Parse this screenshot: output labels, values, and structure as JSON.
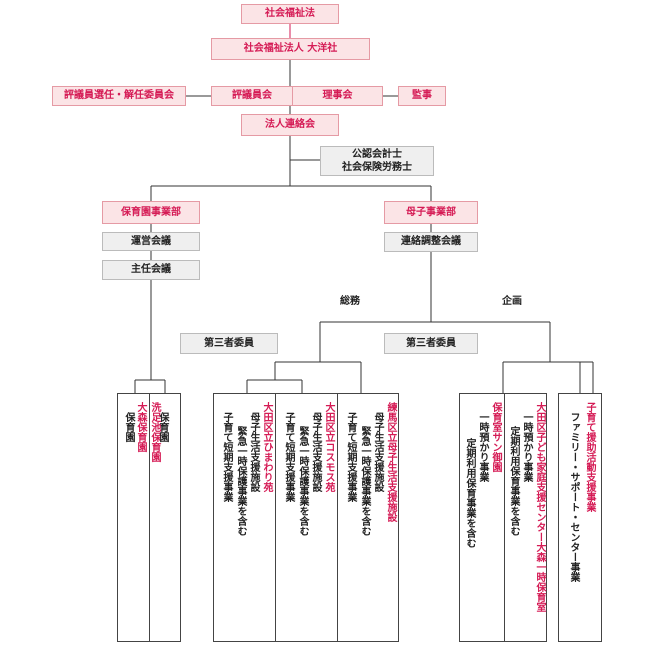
{
  "top": {
    "law": "社会福祉法",
    "corp": "社会福祉法人 大洋社",
    "election_committee": "評議員選任・解任委員会",
    "councilors": "評議員会",
    "board": "理事会",
    "auditor": "監事",
    "liaison": "法人連絡会",
    "advisor_line1": "公認会計士",
    "advisor_line2": "社会保険労務士"
  },
  "nursery": {
    "dept": "保育園事業部",
    "management": "運営会議",
    "chief": "主任会議",
    "general_affairs": "総務",
    "third_party": "第三者委員",
    "facilities": [
      {
        "name": "大森保育園",
        "services": [
          "保育園"
        ]
      },
      {
        "name": "洗足池保育園",
        "services": [
          "保育園"
        ]
      }
    ]
  },
  "mother_child": {
    "dept": "母子事業部",
    "coordination": "連絡調整会議",
    "planning": "企画",
    "third_party": "第三者委員",
    "support_facilities": [
      {
        "name": "大田区立ひまわり苑",
        "services": [
          "母子生活支援施設",
          "緊急一時保護事業を含む",
          "子育て短期支援事業"
        ]
      },
      {
        "name": "大田区立コスモス苑",
        "services": [
          "母子生活支援施設",
          "緊急一時保護事業を含む",
          "子育て短期支援事業"
        ]
      },
      {
        "name": "練馬区立母子生活支援施設",
        "services": [
          "母子生活支援施設",
          "緊急一時保護事業を含む",
          "子育て短期支援事業"
        ]
      }
    ],
    "child_centers": [
      {
        "name": "保育室サン御園",
        "services": [
          "一時預かり事業",
          "定期利用保育事業を含む"
        ]
      },
      {
        "name": "大田区子ども家庭支援センター大森一時保育室",
        "services": [
          "一時預かり事業",
          "定期利用保育事業を含む"
        ]
      },
      {
        "name": "子育て援助活動支援事業",
        "services": [
          "ファミリー・サポート・センター事業"
        ]
      }
    ]
  }
}
